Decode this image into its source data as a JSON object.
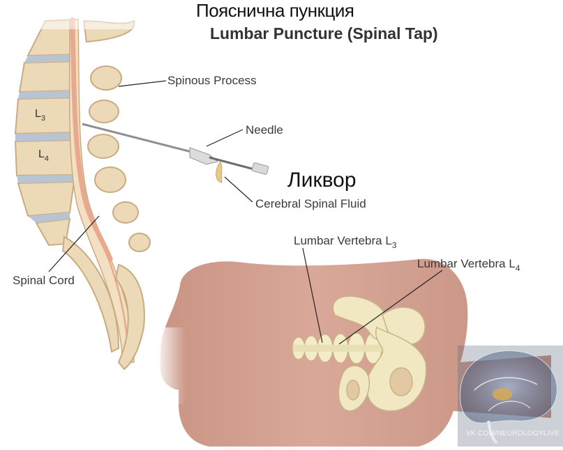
{
  "title_ru": "Пояснична пункция",
  "title_en": "Lumbar Puncture (Spinal Tap)",
  "labels": {
    "spinous_process": "Spinous Process",
    "needle": "Needle",
    "likvor": "Ликвор",
    "csf": "Cerebral Spinal Fluid",
    "spinal_cord": "Spinal Cord",
    "vertebra_l3_prefix": "Lumbar Vertebra L",
    "vertebra_l3_sub": "3",
    "vertebra_l4_prefix": "Lumbar Vertebra L",
    "vertebra_l4_sub": "4",
    "l3_letter": "L",
    "l3_sub": "3",
    "l4_letter": "L",
    "l4_sub": "4"
  },
  "watermark": "VK.COM/NEUROLOGYLIVE",
  "colors": {
    "bone": "#ebd9b8",
    "disc": "#b9c4d2",
    "skin": "#d6a493",
    "cord": "#e9a98e",
    "pelvis": "#f1e7c2",
    "needle": "#9a9a9a"
  }
}
